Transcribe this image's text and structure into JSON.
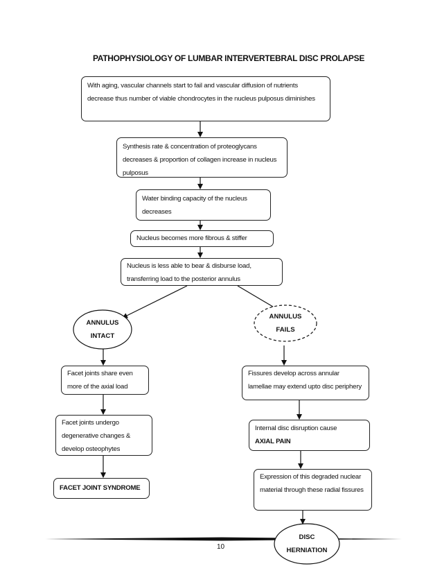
{
  "title": "PATHOPHYSIOLOGY OF LUMBAR INTERVERTEBRAL DISC PROLAPSE",
  "nodes": {
    "aging": "With aging, vascular channels start to fail and vascular diffusion of nutrients decrease thus number of viable chondrocytes in the nucleus pulposus diminishes",
    "synthesis": "Synthesis rate & concentration of proteoglycans decreases & proportion of collagen increase in nucleus pulposus",
    "water": "Water binding capacity of the nucleus decreases",
    "fibrous": "Nucleus becomes more fibrous & stiffer",
    "load": "Nucleus is less able to bear & disburse load, transferring load to the posterior annulus",
    "annulus_intact": "ANNULUS INTACT",
    "annulus_fails": "ANNULUS FAILS",
    "facet_share": "Facet joints share even more of the axial load",
    "facet_degen": "Facet joints undergo degenerative changes & develop osteophytes",
    "facet_syndrome": "FACET JOINT SYNDROME",
    "fissures": "Fissures develop across annular lamellae may extend upto disc periphery",
    "internal_text": "Internal disc disruption cause",
    "internal_bold": "AXIAL PAIN",
    "expression": "Expression of this degraded nuclear material through these radial fissures",
    "disc_herniation": "DISC HERNIATION"
  },
  "footer": {
    "page_number": "10"
  }
}
